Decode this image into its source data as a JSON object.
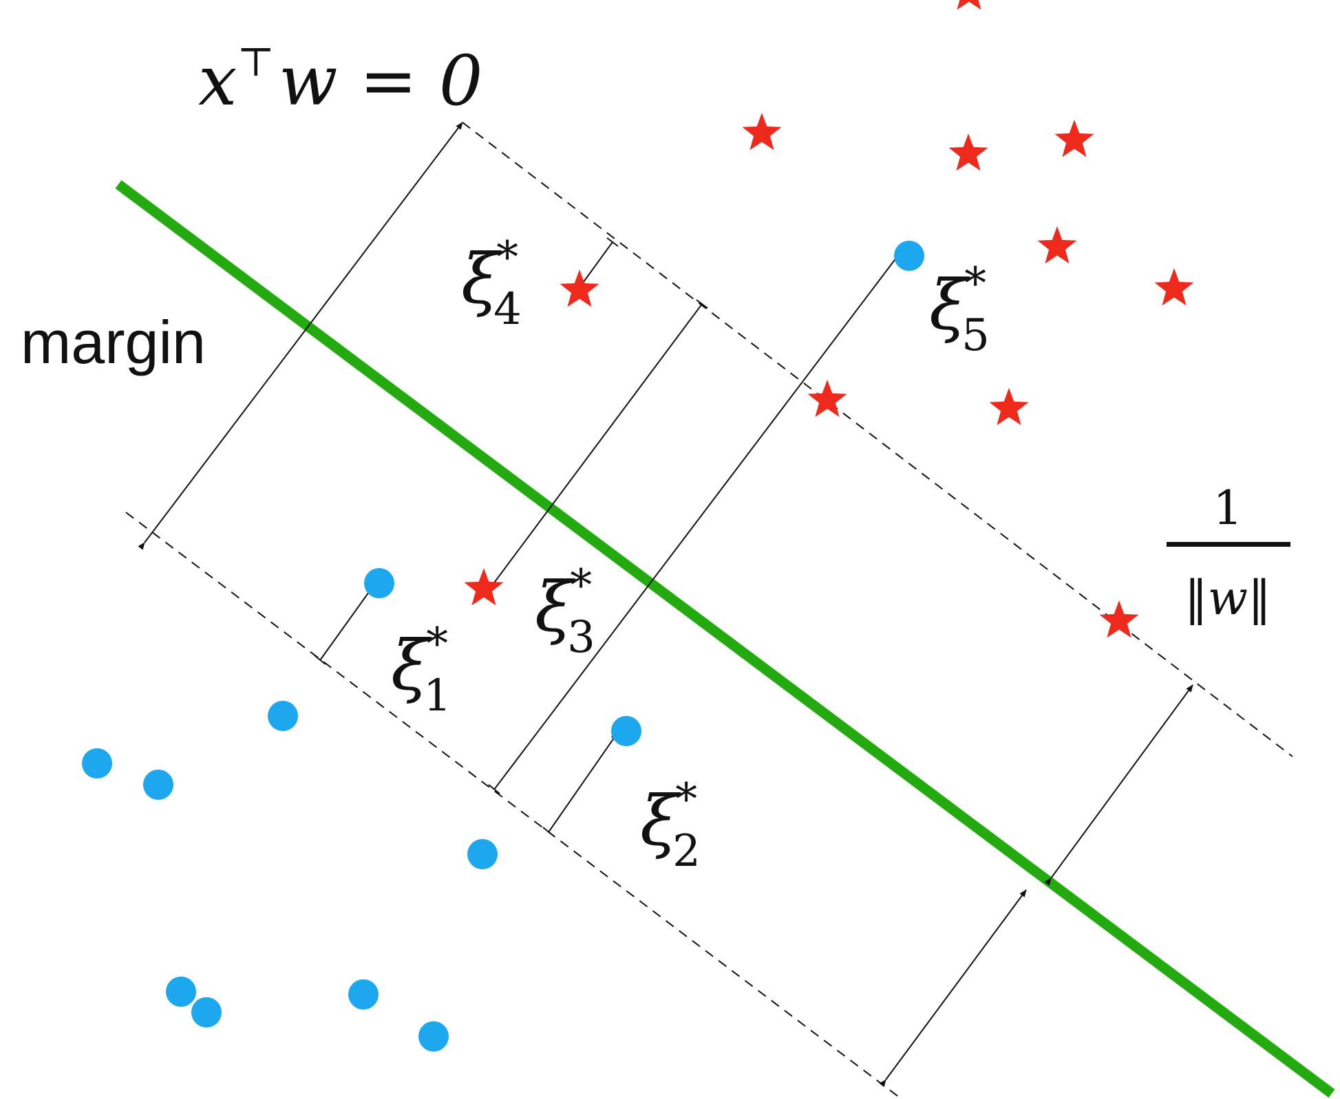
{
  "colors": {
    "background": "#ffffff",
    "decision_boundary": "#22aa0f",
    "margin_line": "#111111",
    "arrow": "#111111",
    "class_positive": "#ee2a1c",
    "class_negative": "#1ca7ee"
  },
  "labels": {
    "boundary_equation": {
      "x": "x",
      "sup": "⊤",
      "rest": "w = 0"
    },
    "margin": "margin",
    "half_margin": {
      "numerator": "1",
      "denominator": "‖w‖"
    },
    "slack": [
      {
        "base": "ξ",
        "sup": "*",
        "sub": "1"
      },
      {
        "base": "ξ",
        "sup": "*",
        "sub": "2"
      },
      {
        "base": "ξ",
        "sup": "*",
        "sub": "3"
      },
      {
        "base": "ξ",
        "sup": "*",
        "sub": "4"
      },
      {
        "base": "ξ",
        "sup": "*",
        "sub": "5"
      }
    ]
  },
  "markers": {
    "positive_class": "star",
    "negative_class": "circle"
  }
}
